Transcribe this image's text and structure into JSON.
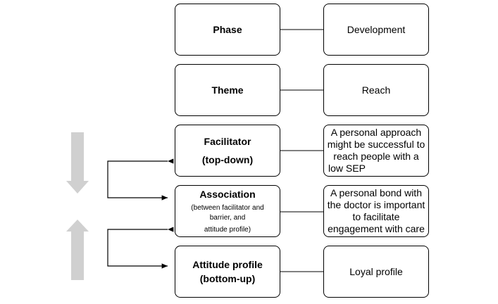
{
  "rows": [
    {
      "left": [
        "Phase"
      ],
      "right": [
        "Development"
      ]
    },
    {
      "left": [
        "Theme"
      ],
      "right": [
        "Reach"
      ]
    },
    {
      "left": [
        "Facilitator",
        "(top-down)"
      ],
      "right": [
        "A personal approach",
        "might be successful to",
        "reach people with a",
        "low SEP"
      ]
    },
    {
      "left": [
        "Association"
      ],
      "left_detail": [
        "(between facilitator and",
        "barrier, and",
        "attitude profile)"
      ],
      "right": [
        "A personal bond with",
        "the doctor is important",
        "to facilitate",
        "engagement with care"
      ]
    },
    {
      "left": [
        "Attitude profile",
        "(bottom-up)"
      ],
      "right": [
        "Loyal profile"
      ]
    }
  ],
  "colors": {
    "border": "#000000",
    "arrow_fill": "#d0d0d0"
  },
  "icons": {
    "down": "down-arrow-icon",
    "up": "up-arrow-icon"
  }
}
